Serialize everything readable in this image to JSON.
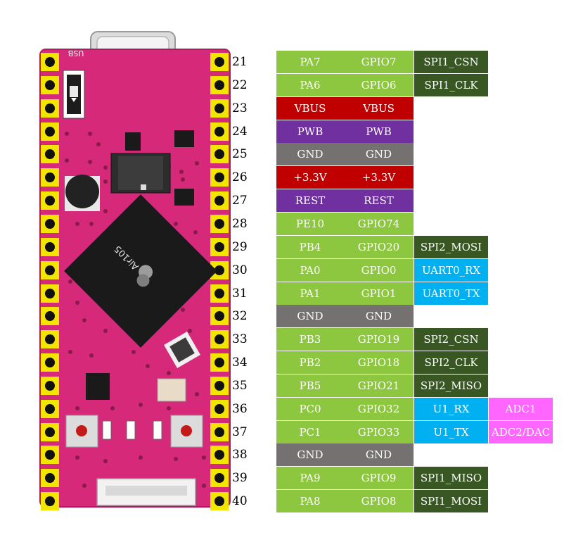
{
  "colors": {
    "gpio": "#8dc63f",
    "power": "#c00000",
    "pwb": "#7030a0",
    "gnd": "#757171",
    "rest": "#7030a0",
    "spi": "#385723",
    "uart": "#00b0f0",
    "adc": "#ff66ff",
    "board": "#d6297a"
  },
  "board": {
    "silk_usb": "USB",
    "chip_label": "Air105"
  },
  "pins": [
    {
      "num": "21",
      "name": "PA7",
      "gpio": "GPIO7",
      "f1": "SPI1_CSN",
      "f1_type": "spi",
      "f2": "",
      "type": "gpio"
    },
    {
      "num": "22",
      "name": "PA6",
      "gpio": "GPIO6",
      "f1": "SPI1_CLK",
      "f1_type": "spi",
      "f2": "",
      "type": "gpio"
    },
    {
      "num": "23",
      "name": "VBUS",
      "gpio": "VBUS",
      "f1": "",
      "f1_type": "",
      "f2": "",
      "type": "power"
    },
    {
      "num": "24",
      "name": "PWB",
      "gpio": "PWB",
      "f1": "",
      "f1_type": "",
      "f2": "",
      "type": "pwb"
    },
    {
      "num": "25",
      "name": "GND",
      "gpio": "GND",
      "f1": "",
      "f1_type": "",
      "f2": "",
      "type": "gnd"
    },
    {
      "num": "26",
      "name": "+3.3V",
      "gpio": "+3.3V",
      "f1": "",
      "f1_type": "",
      "f2": "",
      "type": "power"
    },
    {
      "num": "27",
      "name": "REST",
      "gpio": "REST",
      "f1": "",
      "f1_type": "",
      "f2": "",
      "type": "rest"
    },
    {
      "num": "28",
      "name": "PE10",
      "gpio": "GPIO74",
      "f1": "",
      "f1_type": "",
      "f2": "",
      "type": "gpio"
    },
    {
      "num": "29",
      "name": "PB4",
      "gpio": "GPIO20",
      "f1": "SPI2_MOSI",
      "f1_type": "spi",
      "f2": "",
      "type": "gpio"
    },
    {
      "num": "30",
      "name": "PA0",
      "gpio": "GPIO0",
      "f1": "UART0_RX",
      "f1_type": "uart",
      "f2": "",
      "type": "gpio"
    },
    {
      "num": "31",
      "name": "PA1",
      "gpio": "GPIO1",
      "f1": "UART0_TX",
      "f1_type": "uart",
      "f2": "",
      "type": "gpio"
    },
    {
      "num": "32",
      "name": "GND",
      "gpio": "GND",
      "f1": "",
      "f1_type": "",
      "f2": "",
      "type": "gnd"
    },
    {
      "num": "33",
      "name": "PB3",
      "gpio": "GPIO19",
      "f1": "SPI2_CSN",
      "f1_type": "spi",
      "f2": "",
      "type": "gpio"
    },
    {
      "num": "34",
      "name": "PB2",
      "gpio": "GPIO18",
      "f1": "SPI2_CLK",
      "f1_type": "spi",
      "f2": "",
      "type": "gpio"
    },
    {
      "num": "35",
      "name": "PB5",
      "gpio": "GPIO21",
      "f1": "SPI2_MISO",
      "f1_type": "spi",
      "f2": "",
      "type": "gpio"
    },
    {
      "num": "36",
      "name": "PC0",
      "gpio": "GPIO32",
      "f1": "U1_RX",
      "f1_type": "uart",
      "f2": "ADC1",
      "type": "gpio"
    },
    {
      "num": "37",
      "name": "PC1",
      "gpio": "GPIO33",
      "f1": "U1_TX",
      "f1_type": "uart",
      "f2": "ADC2/DAC",
      "type": "gpio"
    },
    {
      "num": "38",
      "name": "GND",
      "gpio": "GND",
      "f1": "",
      "f1_type": "",
      "f2": "",
      "type": "gnd"
    },
    {
      "num": "39",
      "name": "PA9",
      "gpio": "GPIO9",
      "f1": "SPI1_MISO",
      "f1_type": "spi",
      "f2": "",
      "type": "gpio"
    },
    {
      "num": "40",
      "name": "PA8",
      "gpio": "GPIO8",
      "f1": "SPI1_MOSI",
      "f1_type": "spi",
      "f2": "",
      "type": "gpio"
    }
  ]
}
